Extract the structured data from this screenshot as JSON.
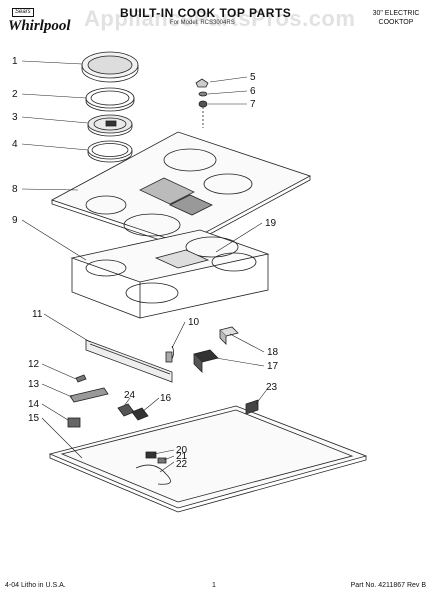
{
  "header": {
    "brand_tag": "Sears",
    "brand": "Whirlpool",
    "title": "BUILT-IN COOK TOP PARTS",
    "subtitle": "For Model: RCS3004RS",
    "product_line1": "30\" ELECTRIC",
    "product_line2": "COOKTOP"
  },
  "watermark": "AppliancePartsPros.com",
  "callouts": [
    "1",
    "2",
    "3",
    "4",
    "5",
    "6",
    "7",
    "8",
    "9",
    "10",
    "11",
    "12",
    "13",
    "14",
    "15",
    "16",
    "17",
    "18",
    "19",
    "20",
    "21",
    "22",
    "23",
    "24"
  ],
  "footer": {
    "left": "4-04 Litho in U.S.A.",
    "page": "1",
    "part_number": "Part No. 4211867 Rev B"
  }
}
